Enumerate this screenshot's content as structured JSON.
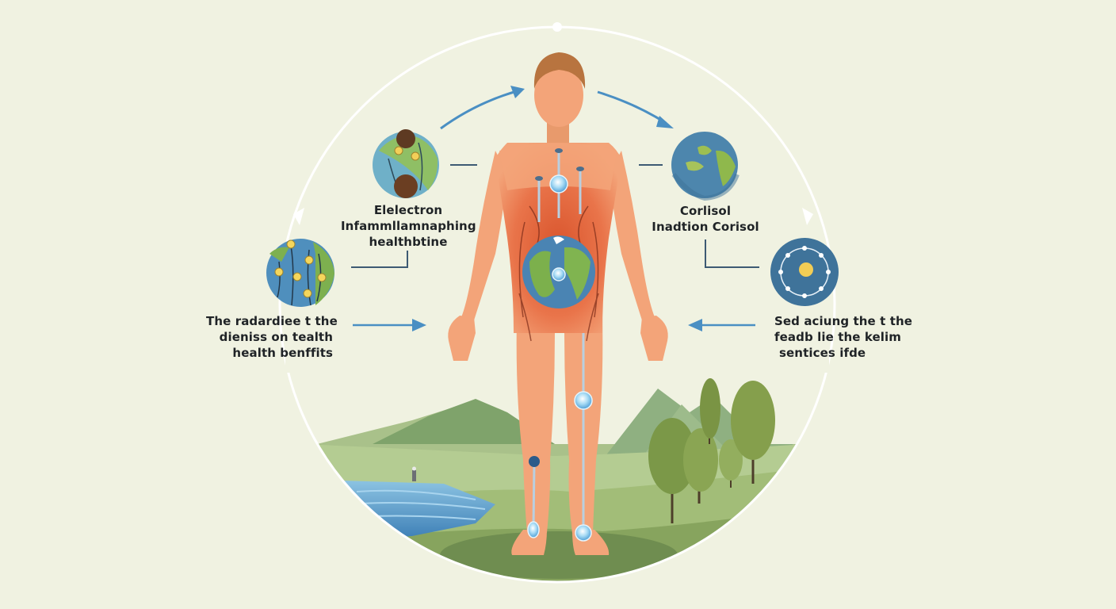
{
  "diagram": {
    "type": "circular-cycle-infographic",
    "background_color": "#f0f2e1",
    "accent_arrow_color": "#4a8fc3",
    "connector_line_color": "#3d5a73",
    "cycle_ring_color": "#ffffff",
    "central_figure": {
      "subject": "human-body-front-view",
      "skin_color": "#f3a479",
      "inflamed_torso_color": "#e2683f",
      "hair_color": "#b8743f",
      "belly_icon": "earth-globe-icon",
      "sensors": [
        "chest-sensor",
        "belly-sensor",
        "left-knee-sensor",
        "left-ankle-sensor",
        "right-knee-sensor",
        "right-ankle-sensor"
      ]
    },
    "nodes": [
      {
        "id": "top-left",
        "icon": "globe-with-figure-icon",
        "label_lines": [
          "Elelectron",
          "Infammllamnaphing",
          "healthbtine"
        ]
      },
      {
        "id": "top-right",
        "icon": "earth-globe-icon",
        "label_lines": [
          "Corlisol",
          "Inadtion Corisol"
        ]
      },
      {
        "id": "mid-left",
        "icon": "globe-with-nodes-icon",
        "label_lines": [
          "The radardiee t the",
          "dieniss on tealth",
          "health benffits"
        ]
      },
      {
        "id": "mid-right",
        "icon": "orbit-globe-icon",
        "label_lines": [
          "Sed aciung the t the",
          "feadb lie the kelim",
          "sentices ifde"
        ]
      }
    ],
    "landscape": {
      "elements": [
        "mountains",
        "lake",
        "trees",
        "grass-meadow",
        "small-person"
      ],
      "lake_color": "#5b9bc8",
      "grass_color": "#a8c283",
      "tree_color": "#7b9848"
    }
  }
}
